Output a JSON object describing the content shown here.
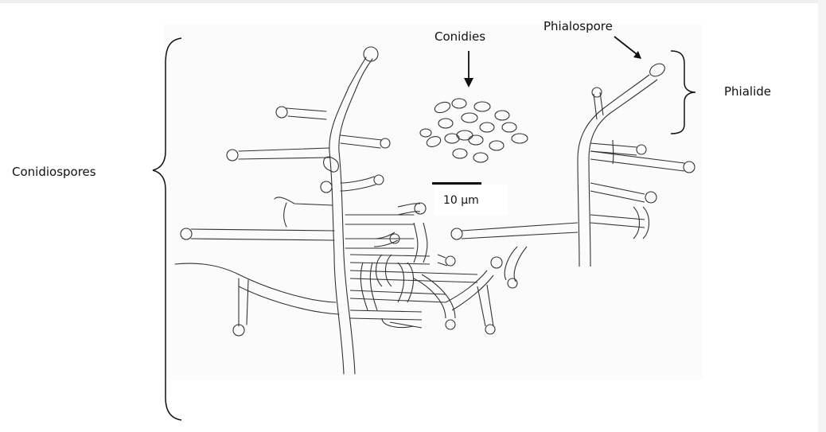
{
  "figure": {
    "labels": {
      "conidiospores": "Conidiospores",
      "conidies": "Conidies",
      "phialospore": "Phialospore",
      "phialide": "Phialide",
      "scale": "10 µm"
    },
    "colors": {
      "ink": "#111111",
      "paper": "#fbfbfb",
      "hyphae_line": "#333333"
    }
  }
}
